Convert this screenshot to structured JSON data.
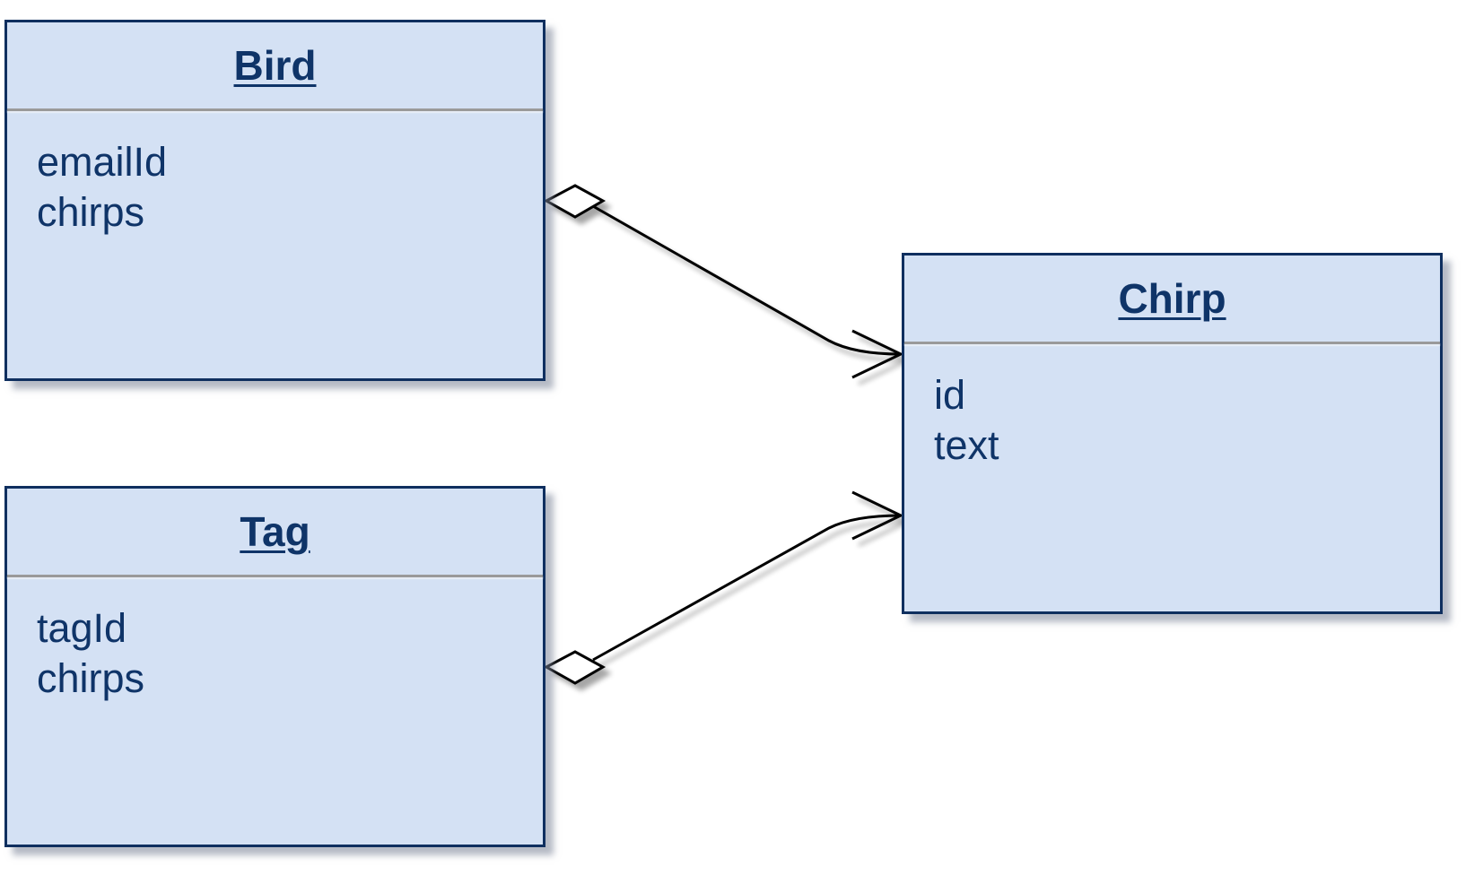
{
  "classes": {
    "bird": {
      "name": "Bird",
      "attributes": [
        "emailId",
        "chirps"
      ]
    },
    "tag": {
      "name": "Tag",
      "attributes": [
        "tagId",
        "chirps"
      ]
    },
    "chirp": {
      "name": "Chirp",
      "attributes": [
        "id",
        "text"
      ]
    }
  },
  "relations": [
    {
      "from": "Bird",
      "to": "Chirp",
      "source_end": "aggregation-diamond",
      "target_end": "crow-foot-many"
    },
    {
      "from": "Tag",
      "to": "Chirp",
      "source_end": "aggregation-diamond",
      "target_end": "crow-foot-many"
    }
  ],
  "colors": {
    "box_fill": "#d4e1f4",
    "box_border": "#0f2f5f",
    "text": "#0f3468",
    "divider": "#9a9a9a",
    "connector": "#000000"
  }
}
